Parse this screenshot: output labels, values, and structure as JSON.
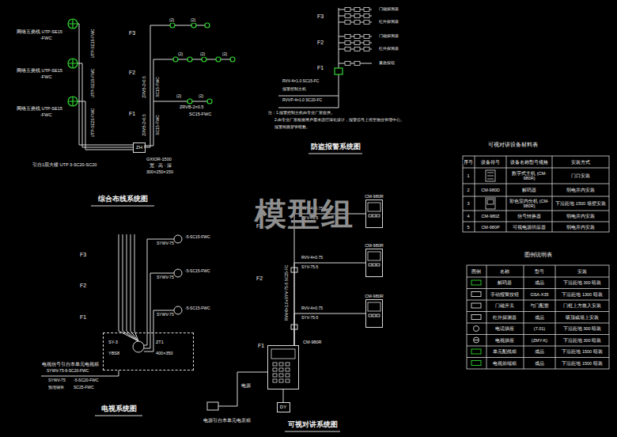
{
  "diagram": {
    "nodes": [
      {
        "text": [
          "ZH"
        ]
      },
      {
        "text": [
          "SY-3",
          "YBS8",
          "ZT1",
          "400×350"
        ]
      },
      {
        "text": [
          "CM-980R"
        ]
      },
      {
        "text": [
          "CM-980R"
        ]
      },
      {
        "text": [
          "CM-980R"
        ]
      },
      {
        "text": [
          "CM-980R"
        ]
      },
      {
        "text": [
          "DY"
        ]
      }
    ],
    "edges": [
      {
        "from": 5,
        "to": 2,
        "arrow": "none"
      },
      {
        "from": 5,
        "to": 3,
        "arrow": "none"
      },
      {
        "from": 5,
        "to": 4,
        "arrow": "none"
      },
      {
        "from": 6,
        "to": 5,
        "arrow": "none"
      }
    ],
    "labels": [
      "网络五类线 UTP-SE15",
      "-FWC",
      "网络五类线 UTP-SE15",
      "-FWC",
      "网络五类线 UTP-SE15",
      "-FWC",
      "F3",
      "F2",
      "F1",
      "UTP-SE15-FWC",
      "UTP-SE15-FWC",
      "UTP-SE20-FWC",
      "ZRVB-2×0.5",
      "SC15-FWC",
      "ZRVB-2×0.5",
      "SC15-FWC",
      "(2)",
      "(2)",
      "(2)",
      "(2)",
      "(2)",
      "(2)",
      "(2)",
      "ZRVB-2×0.5",
      "SC15-FWC",
      "GXIOR-1500",
      "宽 · 高 · 深",
      "300×250×150",
      "引自1层大楼 UTP 3-SC20-SC20",
      "综合布线系统图",
      "F3",
      "F2",
      "F1",
      "门磁探测器",
      "红外探测器",
      "门磁探测器",
      "红外探测器",
      "紧急按钮",
      "RVV-4×1.0 SC15-FC",
      "报警控制主机",
      "RVVP-4×1.0 SC20-FC",
      "注：1.报警控制主机由专业厂家提供。",
      "2.由专业厂家根据用户需求进行深化设计，报警信号上传至物业管理中心。",
      "报警线路穿管暗敷。",
      "防盗报警系统图",
      "可视对讲设备材料表",
      "序号",
      "设备符号",
      "设备名称型号规格",
      "安装方式",
      "1",
      "数字式主机 (CM-980R)",
      "门口安装",
      "2",
      "CM-980D",
      "解码器",
      "弱电井内安装",
      "3",
      "彩色室内分机 (CM-980R)",
      "下沿距地 1500 墙壁安装",
      "4",
      "CM-980Z",
      "信号转换器",
      "弱电井内安装",
      "5",
      "CM-980P",
      "可视电源供应器",
      "弱电井内安装",
      "图例说明表",
      "图例",
      "名称",
      "型号",
      "安装",
      "解码器",
      "成品",
      "下沿距地 300 暗装",
      "手动报警按钮",
      "GSA-X35",
      "下沿距地 1300 暗装",
      "门磁开关",
      "与门配套",
      "门框上方嵌入安装",
      "红外探测器",
      "成品",
      "吸顶或墙上安装",
      "电话插座",
      "(7.01)",
      "下沿距地 300 暗装",
      "电视插座",
      "(ZMY-K)",
      "下沿距地 300 暗装",
      "单元配线箱",
      "成品",
      "下沿距地 1500 暗装",
      "电视前端箱",
      "成品",
      "下沿距地 1500 暗装",
      "F3",
      "F2",
      "F1",
      "SYWV-75",
      "-5-SC15-FWC",
      "SYWV-75",
      "-5-SC15-FWC",
      "SYWV-75",
      "-5-SC15-FWC",
      "电视信号引自本单元电视箱",
      "SYWV-75-9-SC20-FWC",
      "SYWV-75",
      "-5-SC20-FWC",
      "预埋钢管",
      "SC25-FWC",
      "电视系统图",
      "F3",
      "F2",
      "F1",
      "RVV-4×0.75",
      "SYV-75-5",
      "RVV-4×0.75",
      "SYV-75-5",
      "RVV-4×0.75",
      "SYV-75-5",
      "RVV-6×1.0+SYV-75-5 SC25-FC",
      "电源",
      "电源引自本单元电表箱",
      "可视对讲系统图",
      "模型组"
    ]
  }
}
